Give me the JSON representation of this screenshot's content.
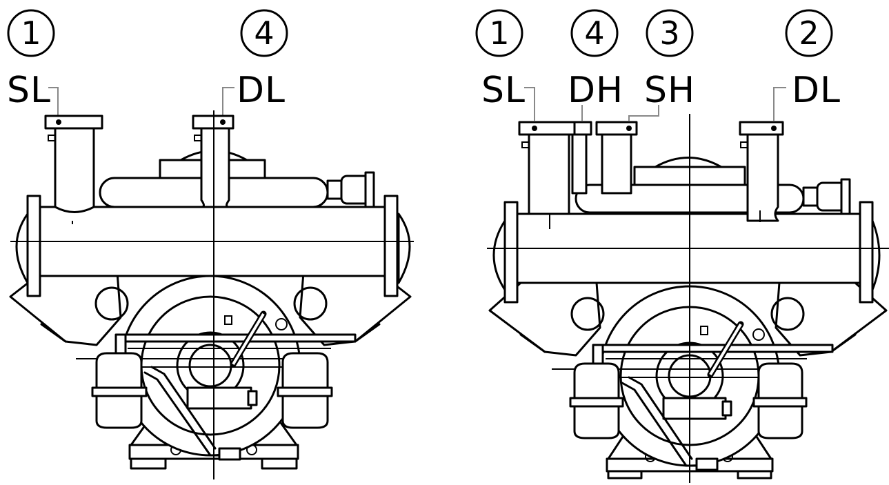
{
  "left_unit": {
    "ports": [
      {
        "number": "1",
        "label": "SL"
      },
      {
        "number": "4",
        "label": "DL"
      }
    ]
  },
  "right_unit": {
    "ports": [
      {
        "number": "1",
        "label": "SL"
      },
      {
        "number": "4",
        "label": "DH"
      },
      {
        "number": "3",
        "label": "SH"
      },
      {
        "number": "2",
        "label": "DL"
      }
    ]
  }
}
